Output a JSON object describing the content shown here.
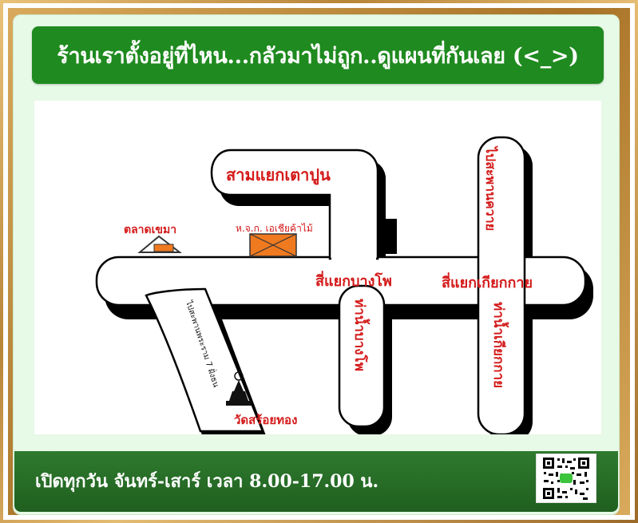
{
  "header": {
    "title": "ร้านเราตั้งอยู่ที่ไหน...กลัวมาไม่ถูก..ดูแผนที่กันเลย (<_>)"
  },
  "map": {
    "labels": {
      "sam_yaek_tao_pun": "สามแยกเตาปูน",
      "talat_khemma": "ตลาดเขมา",
      "shop_name": "ห.จ.ก. เอเชียค้าไม้",
      "si_yaek_bang_pho": "สี่แยกบางโพ",
      "si_yaek_kiak_kai": "สี่แยกเกียกกาย",
      "tha_nam_bang_pho": "ท่าน้ำบางโพ",
      "tha_nam_kiak_kai": "ท่าน้ำเกียกกาย",
      "to_saphan_khwai": "ไปสะพานควาย",
      "to_rama7": "ไปสะพานพระราม 7 ฝั่งธน",
      "wat_soi_thong": "วัดสร้อยทอง"
    },
    "colors": {
      "label_red": "#d41a1a",
      "road_fill": "#ffffff",
      "road_shadow": "#000000",
      "shop_orange": "#f07a20",
      "temple_black": "#111111"
    },
    "icons": [
      "market-roof-icon",
      "shop-building-icon",
      "temple-icon"
    ]
  },
  "footer": {
    "hours": "เปิดทุกวัน จันทร์-เสาร์ เวลา 8.00-17.00 น."
  },
  "qr": {
    "icon": "qr-code-icon"
  }
}
